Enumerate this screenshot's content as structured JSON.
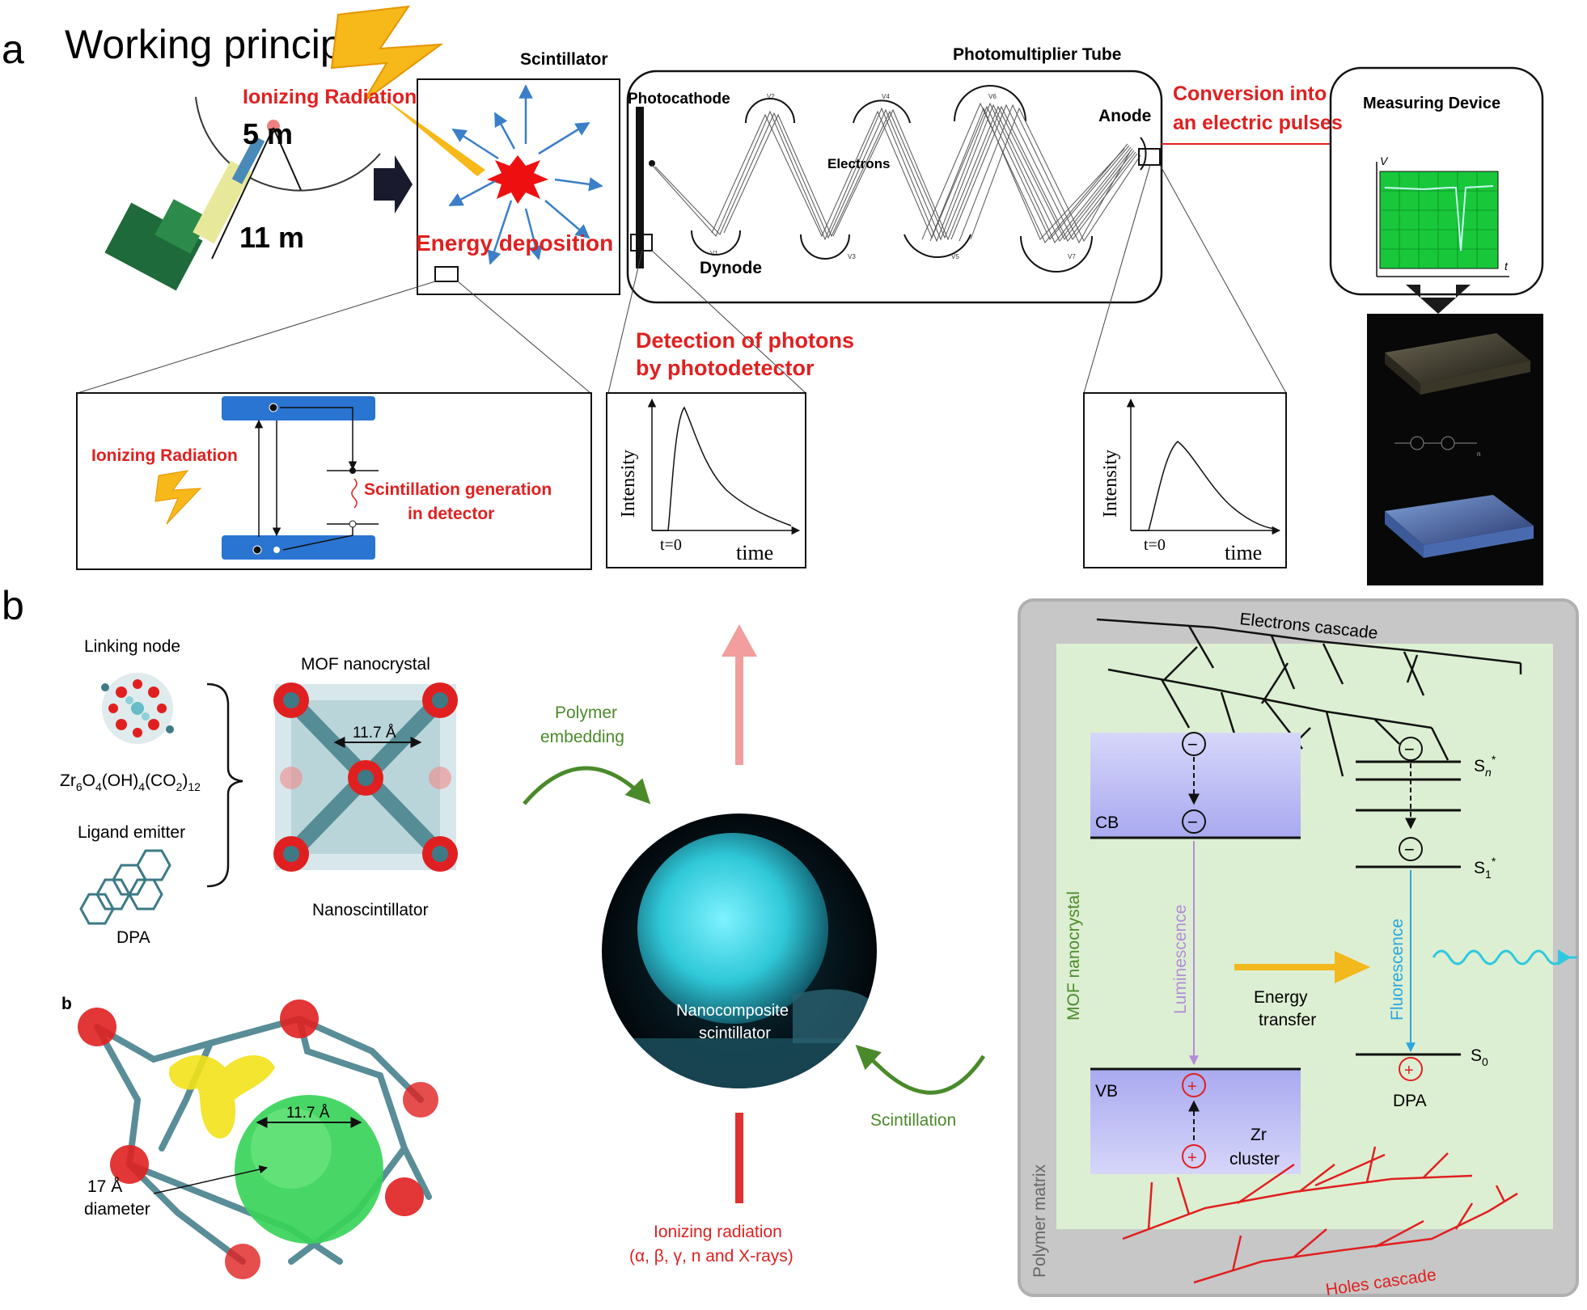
{
  "panel_a": {
    "letter": "a",
    "title": "Working principle",
    "ionizing_radiation": "Ionizing Radiation",
    "dist_5": "5 m",
    "dist_11": "11 m",
    "scintillator": "Scintillator",
    "energy_deposition": "Energy deposition",
    "pmt": "Photomultiplier Tube",
    "photocathode": "Photocathode",
    "electrons": "Electrons",
    "dynode": "Dynode",
    "anode": "Anode",
    "dynode_labels": [
      "V2",
      "V4",
      "V6",
      "V1",
      "V3",
      "V5",
      "V7"
    ],
    "conversion_line1": "Conversion into",
    "conversion_line2": "an electric pulses",
    "measuring_device": "Measuring Device",
    "v_axis": "V",
    "t_axis": "t",
    "detection_line1": "Detection of photons",
    "detection_line2": "by photodetector",
    "inset_ionizing": "Ionizing Radiation",
    "scint_gen_line1": "Scintillation generation",
    "scint_gen_line2": "in detector",
    "graph_intensity": "Intensity",
    "graph_t0": "t=0",
    "graph_time": "time",
    "polymer_sub": "n"
  },
  "panel_b": {
    "letter": "b",
    "linking_node": "Linking node",
    "formula_zr": "Zr",
    "formula_6": "6",
    "formula_o": "O",
    "formula_4a": "4",
    "formula_oh": "(OH)",
    "formula_4b": "4",
    "formula_co": "(CO",
    "formula_2": "2",
    "formula_close": ")",
    "formula_12": "12",
    "mof_nanocrystal": "MOF nanocrystal",
    "pore_size": "11.7 Å",
    "ligand_emitter": "Ligand emitter",
    "dpa": "DPA",
    "nanoscintillator": "Nanoscintillator",
    "inner_b": "b",
    "pore_size_2": "11.7 Å",
    "diameter_line1": "17 Å",
    "diameter_line2": "diameter",
    "polymer_line1": "Polymer",
    "polymer_line2": "embedding",
    "nanocomposite_line1": "Nanocomposite",
    "nanocomposite_line2": "scintillator",
    "scintillation": "Scintillation",
    "ionizing_line1": "Ionizing radiation",
    "ionizing_line2": "(α, β, γ, n and X-rays)",
    "electrons_cascade": "Electrons cascade",
    "holes_cascade": "Holes cascade",
    "cb": "CB",
    "vb": "VB",
    "zr_cluster_line1": "Zr",
    "zr_cluster_line2": "cluster",
    "luminescence": "Luminescence",
    "energy_transfer_line1": "Energy",
    "energy_transfer_line2": "transfer",
    "fluorescence": "Fluorescence",
    "sn_s": "S",
    "sn_sub": "n",
    "sn_sup": "*",
    "s1_s": "S",
    "s1_sub": "1",
    "s1_sup": "*",
    "s0_s": "S",
    "s0_sub": "0",
    "dpa_right": "DPA",
    "mof_vertical": "MOF nanocrystal",
    "polymer_matrix": "Polymer matrix",
    "minus": "−",
    "plus": "+"
  },
  "colors": {
    "red_label": "#e02020",
    "blue_band": "#2a74d2",
    "green_label": "#4a8a2a",
    "cb_band": "#b8b8f4",
    "panel_green": "#ddefd2",
    "panel_gray": "#c7c7c7",
    "lum_purple": "#b48cd8",
    "fluor_blue": "#2aa6e0",
    "energy_arrow": "#f2b81c",
    "glow_cyan": "#2fd0e0",
    "scope_green": "#18c83a"
  }
}
